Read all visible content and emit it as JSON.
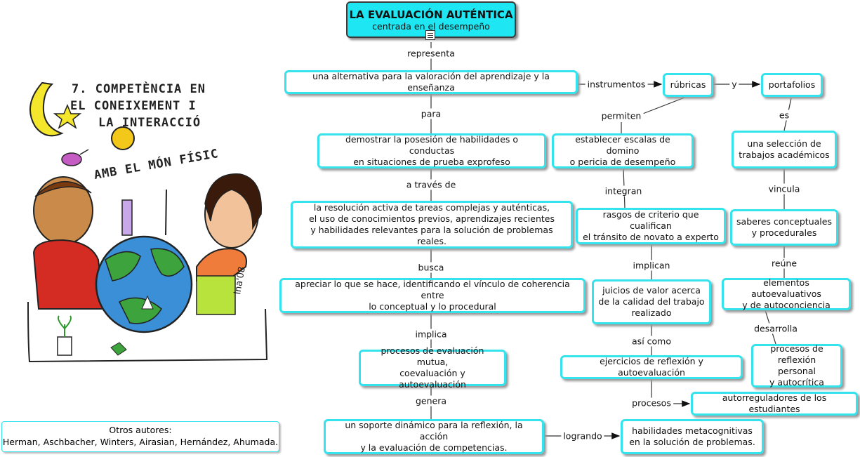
{
  "root": {
    "title": "LA EVALUACIÓN AUTÉNTICA",
    "subtitle": "centrada en el desempeño"
  },
  "illustration": {
    "lines": [
      "7. COMPETÈNCIA EN",
      "EL CONEIXEMENT I",
      "LA INTERACCIÓ",
      "AMB EL MÓN FÍSIC"
    ]
  },
  "authors": {
    "heading": "Otros autores:",
    "names": "Herman, Aschbacher, Winters, Airasian, Hernández, Ahumada."
  },
  "nodes": {
    "alternativa": "una alternativa para la valoración del aprendizaje y la enseñanza",
    "demostrar": [
      "demostrar la posesión de habilidades o conductas",
      "en situaciones de prueba exprofeso"
    ],
    "resolucion": [
      "la resolución activa de tareas complejas y auténticas,",
      "el uso de conocimientos previos, aprendizajes recientes",
      "y habilidades relevantes para la solución de problemas reales."
    ],
    "apreciar": [
      "apreciar lo que se hace, identificando el vínculo de coherencia entre",
      "lo conceptual y lo procedural"
    ],
    "procesos_eval": [
      "procesos de evaluación mutua,",
      "coevaluación y autoevaluación"
    ],
    "soporte": [
      "un soporte dinámico para la reflexión, la acción",
      "y la evaluación de competencias."
    ],
    "habilidades": [
      "habilidades metacognitivas",
      "en la solución de problemas."
    ],
    "rubricas": "rúbricas",
    "portafolios": "portafolios",
    "escalas": [
      "establecer escalas de domino",
      "o pericia de desempeño"
    ],
    "rasgos": [
      "rasgos de criterio que cualifican",
      "el tránsito de novato a experto"
    ],
    "juicios": [
      "juicios de valor acerca",
      "de la calidad del trabajo",
      "realizado"
    ],
    "ejercicios": "ejercicios de reflexión y autoevaluación",
    "autorreguladores": "autorreguladores de los estudiantes",
    "seleccion": [
      "una selección de",
      "trabajos académicos"
    ],
    "saberes": [
      "saberes conceptuales",
      "y procedurales"
    ],
    "elementos": [
      "elementos autoevaluativos",
      "y de autoconciencia"
    ],
    "reflexion": [
      "procesos de",
      "reflexión personal",
      "y autocrítica"
    ]
  },
  "links": {
    "representa": "representa",
    "para": "para",
    "a_traves_de": "a través de",
    "busca": "busca",
    "implica": "implica",
    "genera": "genera",
    "logrando": "logrando",
    "instrumentos": "instrumentos",
    "y": "y",
    "permiten": "permiten",
    "integran": "integran",
    "implican": "implican",
    "asi_como": "así como",
    "procesos": "procesos",
    "es": "es",
    "vincula": "vincula",
    "reune": "reúne",
    "desarrolla": "desarrolla"
  },
  "colors": {
    "node_border": "#34e3ec",
    "root_fill": "#1ee6f2"
  }
}
